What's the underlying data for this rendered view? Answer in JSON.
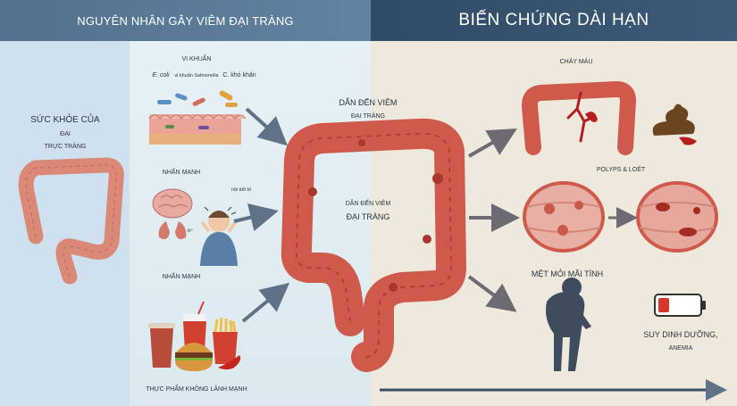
{
  "header": {
    "left_title": "NGUYÊN NHÂN GÂY VIÊM ĐẠI TRÀNG",
    "right_title": "BIẾN CHỨNG DÀI HẠN"
  },
  "healthy": {
    "line1": "SỨC KHỎE CỦA",
    "line2": "ĐẠI",
    "line3": "TRỰC TRÀNG"
  },
  "causes": {
    "bacteria_title": "VI KHUẨN",
    "ecoli": "E. coli",
    "salmonella": "vi khuẩn Salmonella",
    "cdiff": "C. khó khăn",
    "stress_title": "NHẤN MẠNH",
    "hormone": "nội tiết tố",
    "hplus": "H⁺",
    "stress_bottom": "NHẤN MẠNH",
    "food": "THỰC PHẨM KHÔNG LÀNH MẠNH"
  },
  "center": {
    "top_line1": "DẪN ĐẾN VIÊM",
    "top_line2": "ĐẠI TRÀNG",
    "mid_line1": "DẪN ĐẾN VIÊM",
    "mid_line2": "ĐẠI TRÀNG"
  },
  "complications": {
    "bleeding": "CHẢY MÁU",
    "polyps": "POLYPS & LOÉT",
    "fatigue": "MỆT MỎI MÃI TÍNH",
    "malnutrition": "SUY DINH DƯỠNG,",
    "anemia": "ANEMIA"
  },
  "colors": {
    "colon_healthy": "#d98976",
    "colon_inflamed": "#cf5a4c",
    "arrow": "#5f7288",
    "blood": "#b51e1e"
  }
}
